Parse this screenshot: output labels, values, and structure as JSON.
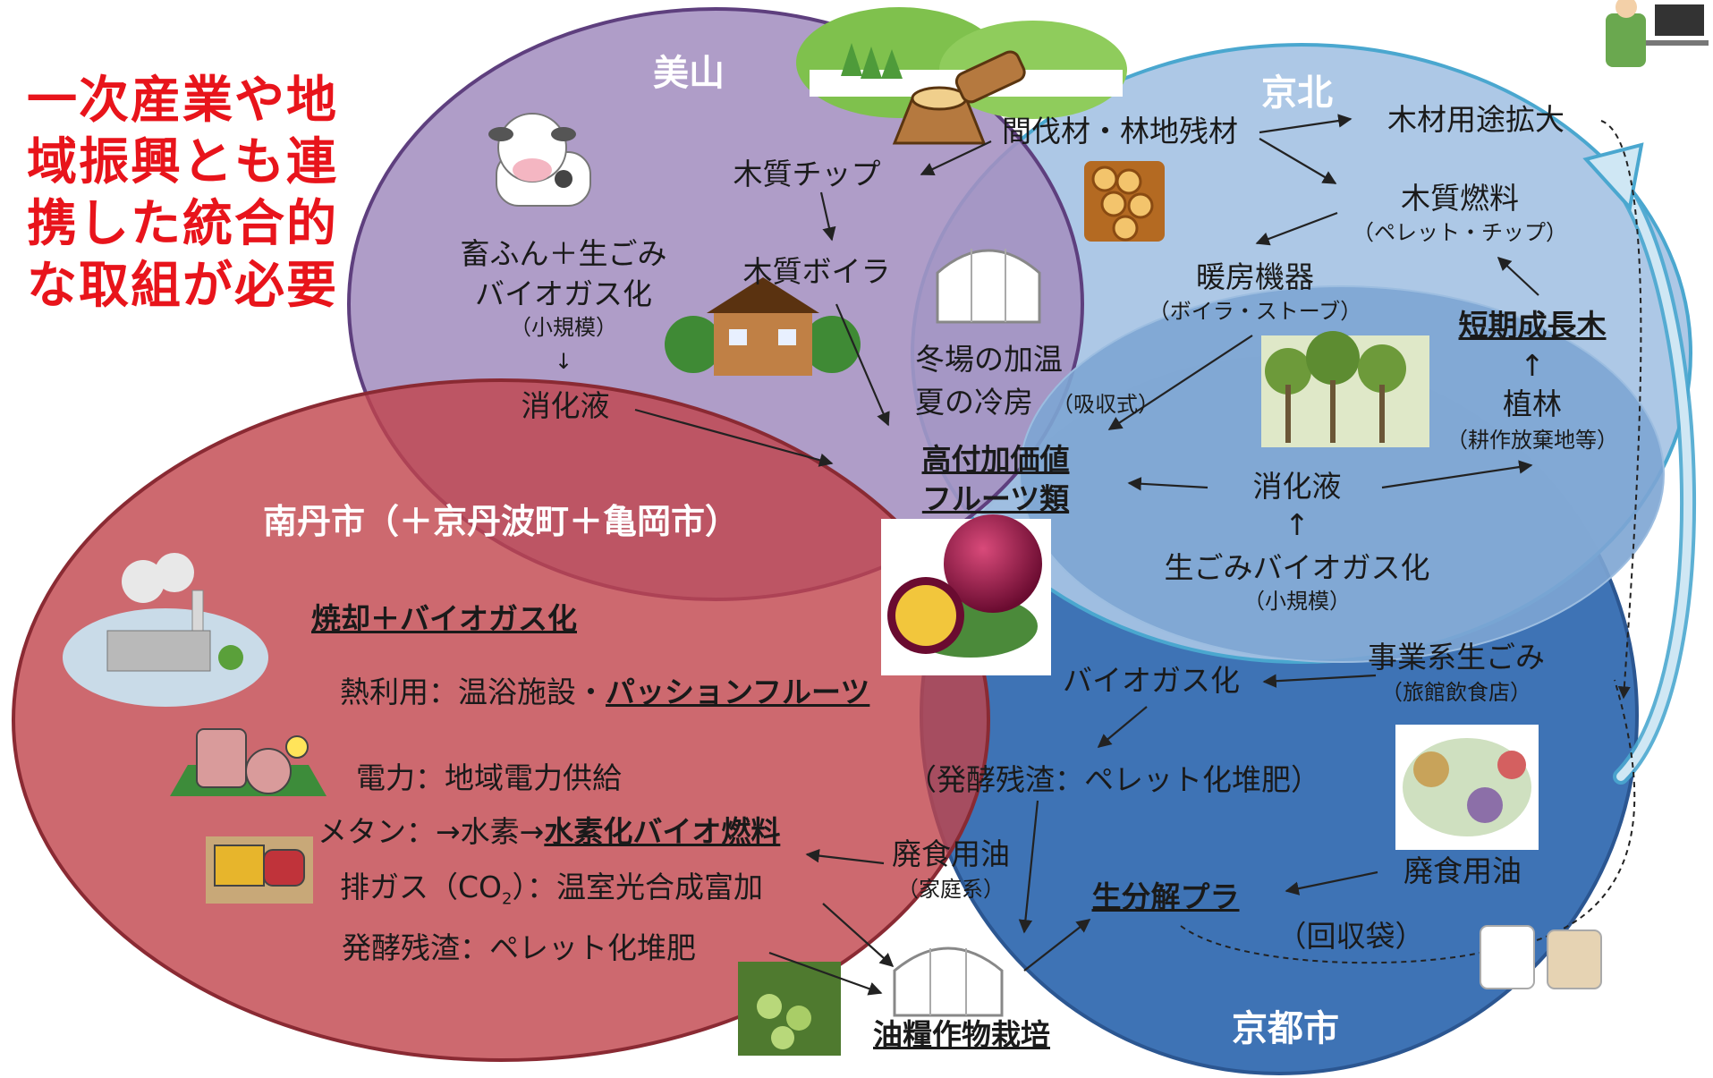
{
  "headline": "一次産業や地域振興とも連携した統合的な取組が必要",
  "regions": {
    "miyama": "美山",
    "keihoku": "京北",
    "nantan": "南丹市（＋京丹波町＋亀岡市）",
    "kyoto_city": "京都市"
  },
  "miyama": {
    "chips": "木質チップ",
    "boiler": "木質ボイラ",
    "manure": "畜ふん＋生ごみ",
    "biogas": "バイオガス化",
    "small_scale": "（小規模）",
    "down_arrow": "↓",
    "digestate": "消化液"
  },
  "center": {
    "winter_heating": "冬場の加温",
    "summer_cooling": "夏の冷房",
    "absorption": "（吸収式）",
    "fruits_line1": "高付加価値",
    "fruits_line2": "フルーツ類"
  },
  "keihoku": {
    "thinning": "間伐材・林地残材",
    "wood_use": "木材用途拡大",
    "wood_fuel": "木質燃料",
    "pellet_chip": "（ペレット・チップ）",
    "heater": "暖房機器",
    "boiler_stove": "（ボイラ・ストーブ）",
    "short_rotation": "短期成長木",
    "up_arrow1": "↑",
    "planting": "植林",
    "abandoned": "（耕作放棄地等）",
    "digestate": "消化液",
    "up_arrow2": "↑",
    "food_waste_biogas": "生ごみバイオガス化",
    "small_scale": "（小規模）"
  },
  "nantan": {
    "incineration": "焼却＋バイオガス化",
    "heat_use_prefix": "熱利用：温浴施設・",
    "passion_fruit": "パッションフルーツ",
    "power": "電力：地域電力供給",
    "methane_prefix": "メタン：→水素→",
    "hydrogen_fuel": "水素化バイオ燃料",
    "exhaust_prefix": "排ガス（CO",
    "exhaust_sub": "2",
    "exhaust_suffix": "）：温室光合成富加",
    "fermentation": "発酵残渣：ペレット化堆肥"
  },
  "kyoto": {
    "business_waste": "事業系生ごみ",
    "ryokan": "（旅館飲食店）",
    "biogas": "バイオガス化",
    "fermentation": "（発酵残渣：ペレット化堆肥）",
    "waste_oil_home": "廃食用油",
    "household": "（家庭系）",
    "waste_oil": "廃食用油",
    "bioplastic": "生分解プラ",
    "collection_bag": "（回収袋）",
    "oil_crop": "油糧作物栽培"
  },
  "colors": {
    "miyama_fill": "#a48fc0",
    "keihoku_fill": "#a7c4e4",
    "nantan_fill": "#c1444b",
    "kyoto_fill": "#3e73b5",
    "headline": "#e8141b"
  }
}
